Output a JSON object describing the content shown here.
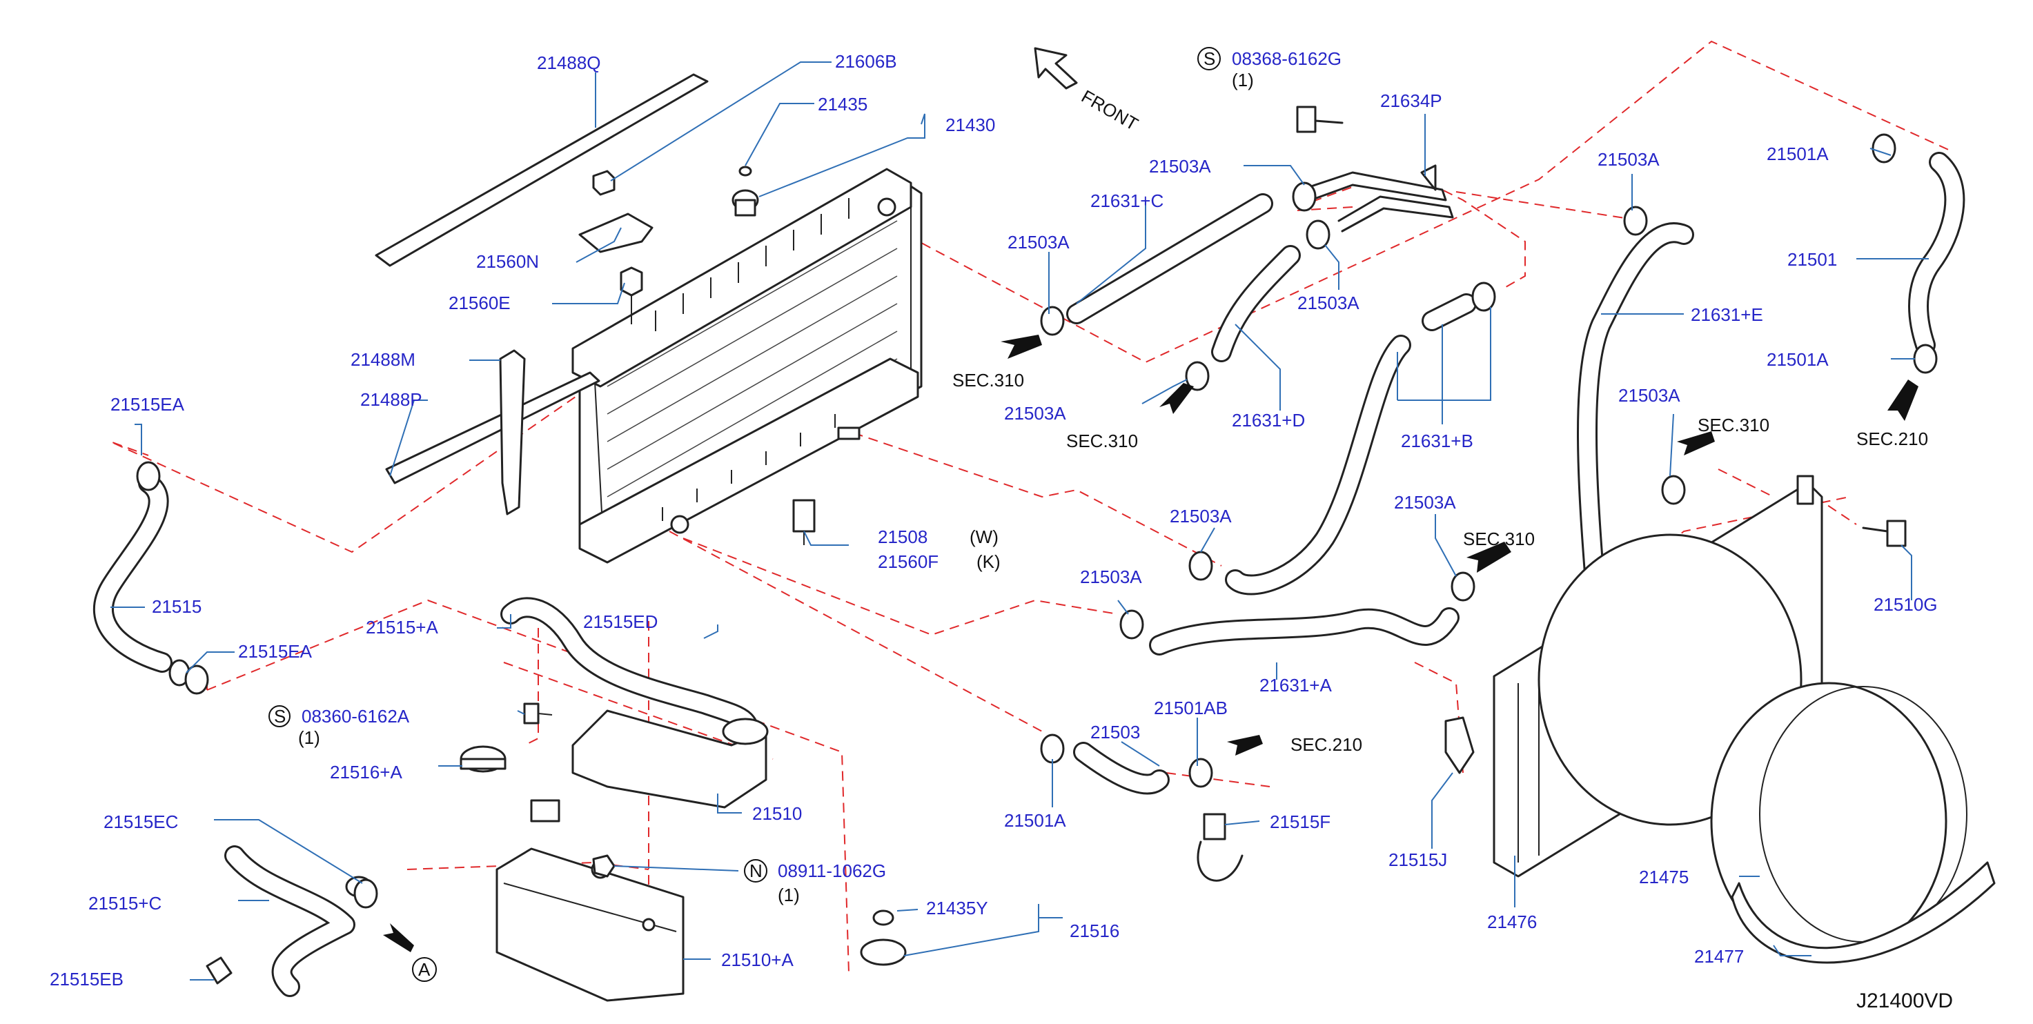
{
  "colors": {
    "label": "#2626c8",
    "leader": "#2f6fb5",
    "dashed": "#e0282a",
    "line": "#222222"
  },
  "front_label": "FRONT",
  "diagram_id": "J21400VD",
  "labels": {
    "p21488Q": "21488Q",
    "p21606B": "21606B",
    "p21435": "21435",
    "p21430": "21430",
    "p21560N": "21560N",
    "p21560E": "21560E",
    "p21488M": "21488M",
    "p21488P": "21488P",
    "p21515EA_top": "21515EA",
    "p21515": "21515",
    "p21515EA_bot": "21515EA",
    "p21508": "21508",
    "p21560F": "21560F",
    "w_note": "(W)",
    "k_note": "(K)",
    "p21515A": "21515+A",
    "p21515ED": "21515ED",
    "s_08360": "08360-6162A",
    "s_08360_qty": "(1)",
    "p21516A": "21516+A",
    "p21510": "21510",
    "p21515EC": "21515EC",
    "p21515C": "21515+C",
    "p21515EB": "21515EB",
    "n_08911": "08911-1062G",
    "n_08911_qty": "(1)",
    "p21510A": "21510+A",
    "p21435Y": "21435Y",
    "p21516": "21516",
    "circle_a": "A",
    "s_08368": "08368-6162G",
    "s_08368_qty": "(1)",
    "p21634P": "21634P",
    "p21503A_1": "21503A",
    "p21631C": "21631+C",
    "p21503A_2": "21503A",
    "sec310_1": "SEC.310",
    "p21503A_3": "21503A",
    "p21503A_4": "21503A",
    "sec310_2": "SEC.310",
    "p21631D": "21631+D",
    "p21631B": "21631+B",
    "p21503A_5": "21503A",
    "p21631E": "21631+E",
    "p21501A_1": "21501A",
    "p21501": "21501",
    "p21501A_2": "21501A",
    "sec210_1": "SEC.210",
    "p21503A_6": "21503A",
    "sec310_3": "SEC.310",
    "p21503A_7": "21503A",
    "p21503A_8": "21503A",
    "sec310_4": "SEC.310",
    "p21503A_9": "21503A",
    "p21631A": "21631+A",
    "p21510G": "21510G",
    "p21501AB": "21501AB",
    "p21503": "21503",
    "sec210_2": "SEC.210",
    "p21501A_3": "21501A",
    "p21515F": "21515F",
    "p21515J": "21515J",
    "p21476": "21476",
    "p21475": "21475",
    "p21477": "21477",
    "s_letter": "S",
    "n_letter": "N"
  }
}
